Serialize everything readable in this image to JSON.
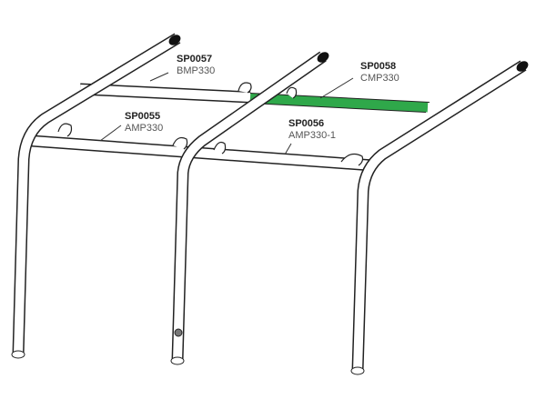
{
  "parts": [
    {
      "code": "SP0057",
      "model": "BMP330"
    },
    {
      "code": "SP0058",
      "model": "CMP330"
    },
    {
      "code": "SP0055",
      "model": "AMP330"
    },
    {
      "code": "SP0056",
      "model": "AMP330-1"
    }
  ],
  "highlight_color": "#2fa84a"
}
